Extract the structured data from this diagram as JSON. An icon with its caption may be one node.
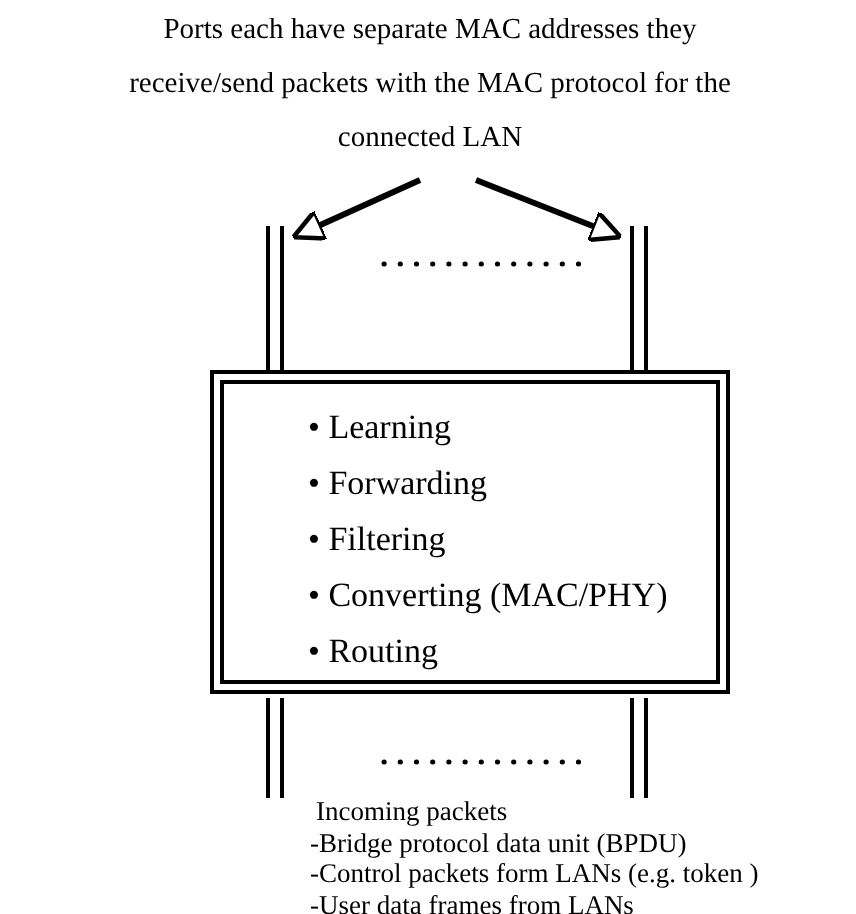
{
  "diagram": {
    "nodes": [
      {
        "text": [
          "Ports each have separate MAC addresses they receive/send packets with the MAC protocol for the connected LAN"
        ]
      },
      {
        "text": [],
        "shape": "bar"
      },
      {
        "text": [],
        "shape": "bar"
      },
      {
        "text": [
          "• Learning",
          "• Forwarding",
          "• Filtering",
          "• Converting (MAC/PHY)",
          "• Routing"
        ]
      },
      {
        "text": [],
        "shape": "bar"
      },
      {
        "text": [],
        "shape": "bar"
      }
    ],
    "edges": [
      {
        "from": 0,
        "to": 1,
        "arrow": "to"
      },
      {
        "from": 0,
        "to": 2,
        "arrow": "to"
      }
    ],
    "labels": [
      "Incoming packets",
      "-Bridge protocol data unit (BPDU)",
      "-Control packets form LANs (e.g. token )",
      "-User data frames from LANs"
    ]
  }
}
